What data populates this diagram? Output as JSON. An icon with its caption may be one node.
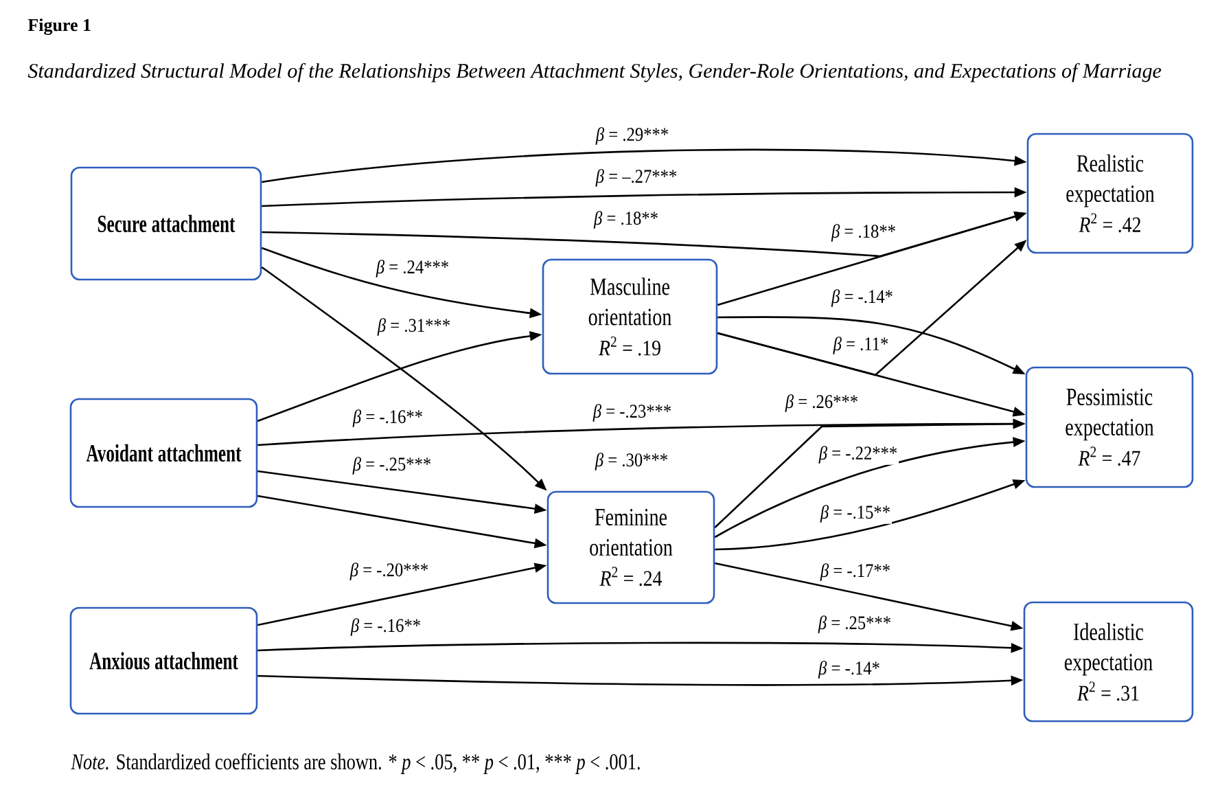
{
  "diagram": {
    "title": "Figure 1",
    "caption": "Standardized Structural Model of the Relationships Between Attachment Styles, Gender-Role Orientations, and Expectations of Marriage",
    "nodes": [
      {
        "text": [
          "Secure attachment"
        ]
      },
      {
        "text": [
          "Avoidant attachment"
        ]
      },
      {
        "text": [
          "Anxious attachment"
        ]
      },
      {
        "text": [
          "Masculine orientation",
          "*R*$^{2}$ = .19"
        ]
      },
      {
        "text": [
          "Feminine orientation",
          "*R*$^{2}$ = .24"
        ]
      },
      {
        "text": [
          "Realistic expectation",
          "*R*$^{2}$ = .42"
        ]
      },
      {
        "text": [
          "Pessimistic expectation",
          "*R*$^{2}$ = .47"
        ]
      },
      {
        "text": [
          "Idealistic expectation",
          "*R*$^{2}$ = .31"
        ]
      }
    ],
    "edges": [
      {
        "from": 0,
        "to": 5,
        "arrow": "to",
        "label": "*β* = .29***"
      },
      {
        "from": 0,
        "to": 5,
        "arrow": "to",
        "label": "*β* = –.27***"
      },
      {
        "from": 0,
        "to": 5,
        "arrow": "to",
        "label": "*β* = .18**"
      },
      {
        "from": 0,
        "to": 3,
        "arrow": "to",
        "label": "*β* = .24***"
      },
      {
        "from": 0,
        "to": 4,
        "arrow": "to"
      },
      {
        "from": 1,
        "to": 3,
        "arrow": "to",
        "label": "*β* = .31***"
      },
      {
        "from": 1,
        "to": 6,
        "arrow": "to",
        "label": "*β* = -.23***"
      },
      {
        "from": 1,
        "to": 4,
        "arrow": "to",
        "label": "*β* = -.25***"
      },
      {
        "from": 1,
        "to": 4,
        "arrow": "to"
      },
      {
        "from": 2,
        "to": 4,
        "arrow": "to",
        "label": "*β* = -.20***"
      },
      {
        "from": 2,
        "to": 7,
        "arrow": "to",
        "label": "*β* = .25***"
      },
      {
        "from": 2,
        "to": 7,
        "arrow": "to",
        "label": "*β* = -.14*"
      },
      {
        "from": 3,
        "to": 5,
        "arrow": "to",
        "label": "*β* = .18**"
      },
      {
        "from": 3,
        "to": 6,
        "arrow": "to",
        "label": "*β* = -.14*"
      },
      {
        "from": 3,
        "to": 6,
        "arrow": "to",
        "label": "*β* = .11*"
      },
      {
        "from": 3,
        "to": 5,
        "arrow": "to"
      },
      {
        "from": 4,
        "to": 6,
        "arrow": "to",
        "label": "*β* = .26***"
      },
      {
        "from": 4,
        "to": 6,
        "arrow": "to",
        "label": "*β* = -.22***"
      },
      {
        "from": 4,
        "to": 6,
        "arrow": "to",
        "label": "*β* = -.15**"
      },
      {
        "from": 4,
        "to": 7,
        "arrow": "to",
        "label": "*β* = -.17**"
      }
    ],
    "labels": [
      "*β* = -.16**",
      "*β* = .30***",
      "*β* = -.16**",
      "*Note.* Standardized coefficients are shown. * *p* < .05, ** *p* < .01, *** *p* < .001."
    ]
  }
}
